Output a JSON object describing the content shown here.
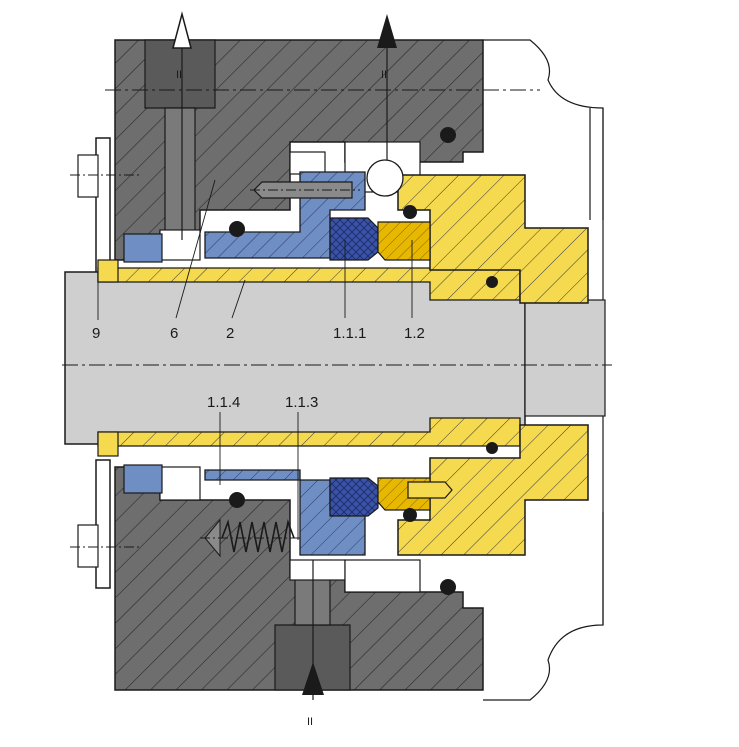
{
  "labels": {
    "gland_ring": "9",
    "drive_collar": "6",
    "sleeve": "2",
    "rotating_face": "1.1.1",
    "stationary_seat": "1.2",
    "anti_rotation_pin": "1.1.4",
    "spring": "1.1.3"
  },
  "flow_marks": {
    "outlet_left": "II",
    "outlet_right": "II",
    "inlet_bottom": "II"
  },
  "colors": {
    "housing": "#6e6e6e",
    "sleeve_and_gland": "#f5d94e",
    "stationary_seat_face": "#e8b800",
    "rotating_parts": "#6f8fc4",
    "carbon_face": "#3a52a8",
    "shaft": "#cfcfcf",
    "outline": "#1a1a1a"
  }
}
